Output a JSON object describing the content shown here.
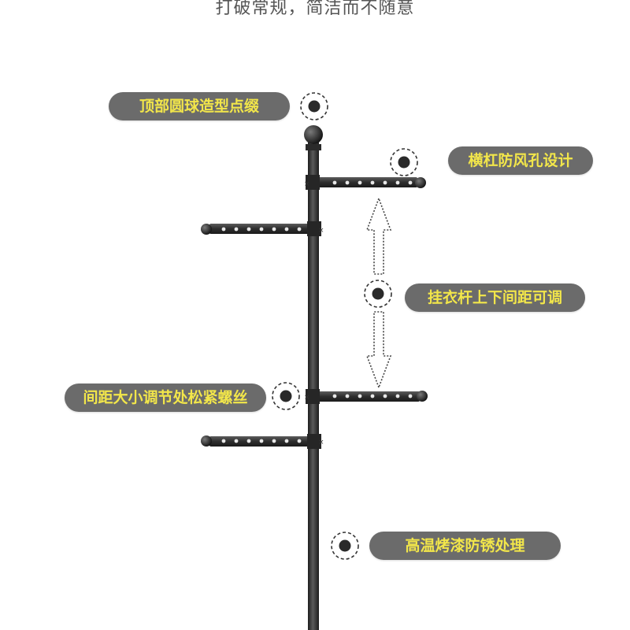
{
  "subtitle": "打破常规，简洁而不随意",
  "callouts": {
    "top_ball": "顶部圆球造型点缀",
    "crossbar_holes": "横杠防风孔设计",
    "adjustable_spacing": "挂衣杆上下间距可调",
    "tighten_screw": "间距大小调节处松紧螺丝",
    "paint": "高温烤漆防锈处理"
  },
  "colors": {
    "pill_bg": "#6b6b6b",
    "pill_text": "#f2e64a",
    "metal": "#3a3a3a"
  }
}
